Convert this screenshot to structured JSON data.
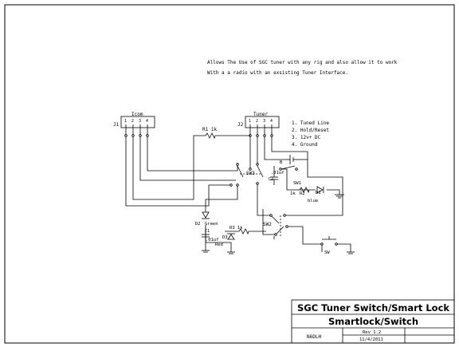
{
  "description_lines": [
    "Allows The Use of SGC tuner with any rig and also allow it to work",
    "With a a radio with an exsisting Tuner Interface."
  ],
  "connectors": {
    "j1": {
      "ref": "J1",
      "name": "Icom",
      "pins": [
        "1",
        "2",
        "3",
        "4"
      ]
    },
    "j2": {
      "ref": "J2",
      "name": "Tuner",
      "pins": [
        "1",
        "2",
        "3",
        "4"
      ]
    }
  },
  "pin_legend": [
    "1. Tuned Line",
    "2. Hold/Reset",
    "3. 12v+ DC",
    "4. Ground"
  ],
  "components": {
    "r1": "R1 1k",
    "sw3": "SW3",
    "c2_value": ".01uf",
    "c2_ref": "C2",
    "b": "B",
    "sw1": "SW1",
    "r2_value": "1k",
    "r2_ref": "R2",
    "d1": "D1",
    "d1_color": "blue",
    "d2": "D2",
    "d2_color": "Green",
    "c1_ref": "C1",
    "c1_value": ".01uf",
    "r3": "R3 1k",
    "d3": "D3",
    "d3_color": "Red",
    "sw2": "SW2",
    "sw": "SW"
  },
  "title_block": {
    "title": "SGC Tuner Switch/Smart Lock",
    "subtitle": "Smartlock/Switch",
    "author": "N6DLH",
    "revision": "Rev 1.2",
    "date": "11/4/2011"
  }
}
